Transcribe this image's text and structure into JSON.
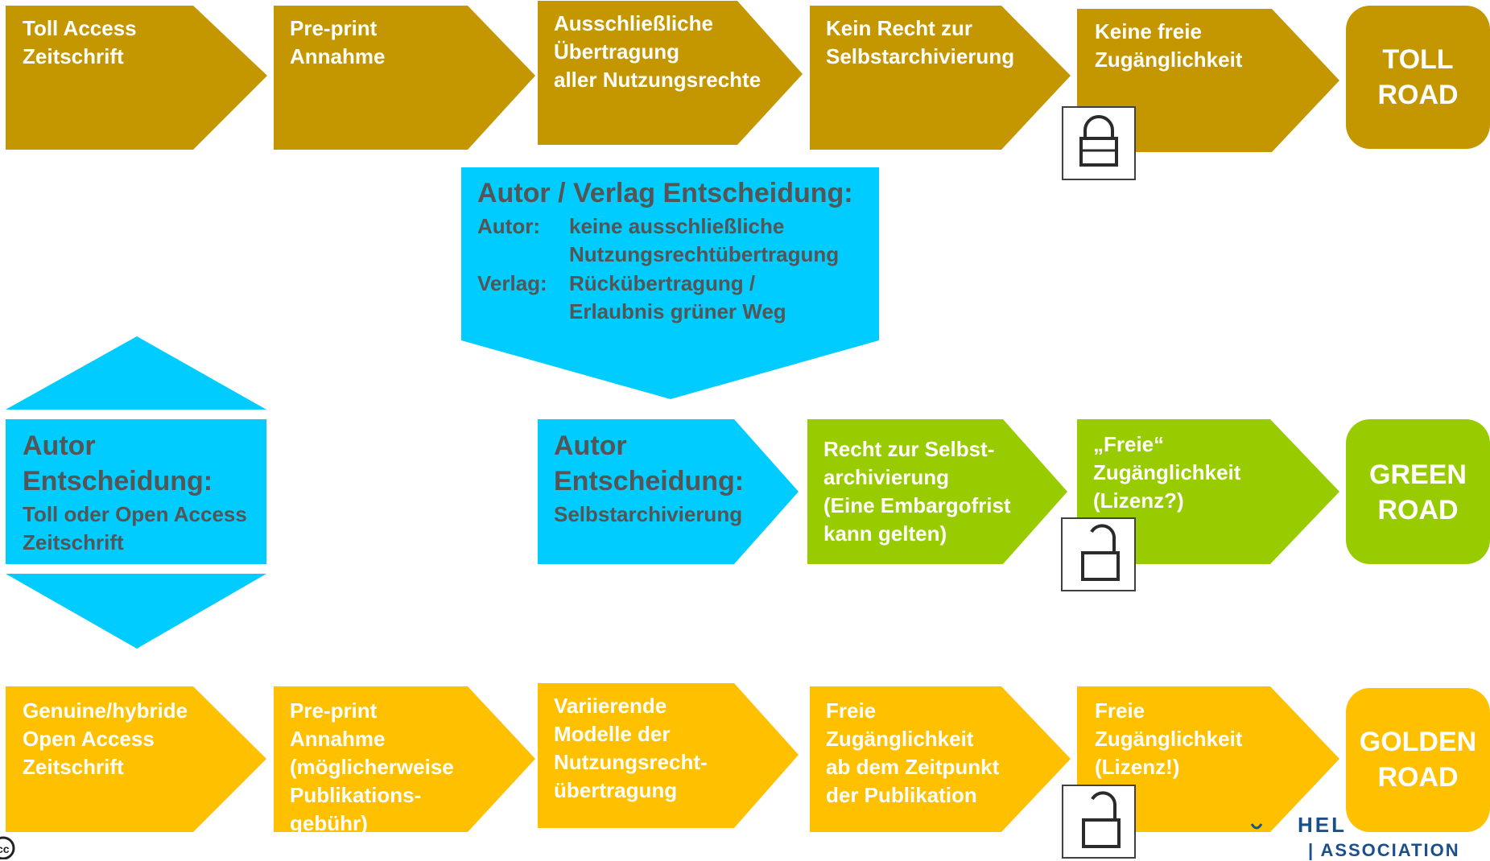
{
  "colors": {
    "toll": "#C49700",
    "blue": "#00CCFF",
    "green": "#99CC00",
    "gold": "#FFC000",
    "text_on_color": "#FFFFFF",
    "text_dark": "#555555"
  },
  "toll_row": {
    "steps": [
      "Toll Access\nZeitschrift",
      "Pre-print\nAnnahme",
      "Ausschließliche\nÜbertragung\naller Nutzungsrechte",
      "Kein Recht zur\nSelbstarchivierung",
      "Keine freie\nZugänglichkeit"
    ],
    "road": "TOLL\nROAD"
  },
  "decision_box": {
    "title": "Autor / Verlag Entscheidung:",
    "autor_label": "Autor:",
    "autor_text": "keine ausschließliche\nNutzungsrechtübertragung",
    "verlag_label": "Verlag:",
    "verlag_text": "Rückübertragung /\nErlaubnis grüner Weg"
  },
  "left_decision": {
    "title": "Autor\nEntscheidung:",
    "subtitle": "Toll oder Open Access\nZeitschrift"
  },
  "green_row": {
    "decision_title": "Autor\nEntscheidung:",
    "decision_subtitle": "Selbstarchivierung",
    "steps": [
      "Recht zur Selbst-\narchivierung\n(Eine Embargofrist\nkann gelten)",
      "„Freie“\nZugänglichkeit\n(Lizenz?)"
    ],
    "road": "GREEN\nROAD"
  },
  "gold_row": {
    "steps": [
      "Genuine/hybride\nOpen Access\nZeitschrift",
      "Pre-print\nAnnahme\n(möglicherweise\nPublikations-\ngebühr)",
      "Variierende\nModelle der\nNutzungsrecht-\nübertragung",
      "Freie\nZugänglichkeit\nab dem Zeitpunkt\nder Publikation",
      "Freie\nZugänglichkeit\n(Lizenz!)"
    ],
    "road": "GOLDEN\nROAD"
  },
  "icons": [
    "lock-closed-icon",
    "lock-open-icon",
    "lock-open-icon",
    "cc-icon"
  ],
  "logo": {
    "name_partial": "HEL",
    "association": "| ASSOCIATION"
  }
}
